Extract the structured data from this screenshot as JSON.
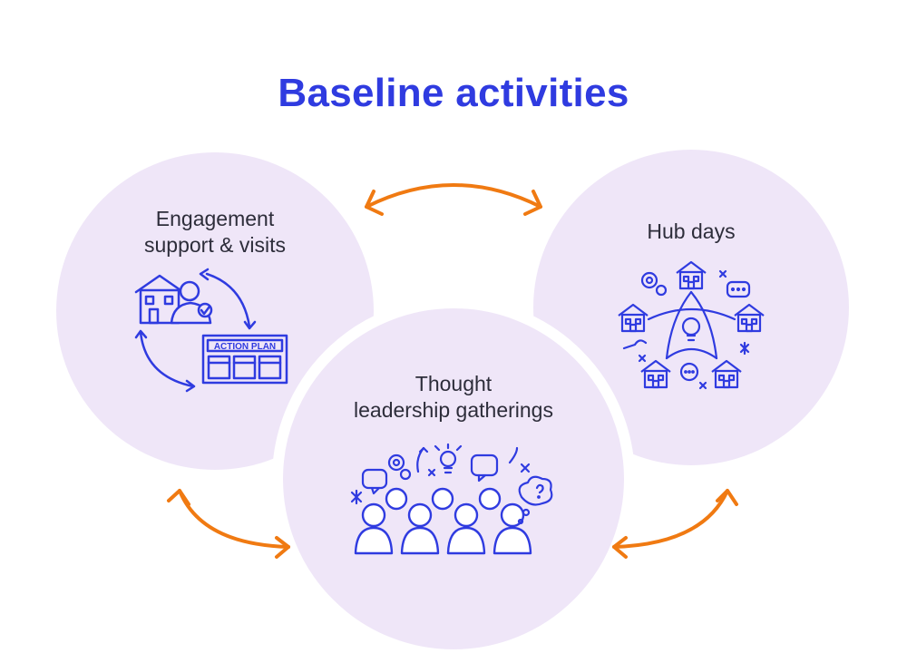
{
  "title": "Baseline activities",
  "nodes": {
    "left": {
      "line1": "Engagement",
      "line2": "support & visits"
    },
    "right": {
      "line1": "Hub days"
    },
    "mid": {
      "line1": "Thought",
      "line2": "leadership gatherings"
    }
  },
  "action_plan_label": "ACTION PLAN",
  "colors": {
    "title": "#2f3be0",
    "circle": "#efe6f8",
    "icon": "#2f3be0",
    "arrow": "#f07a12",
    "text": "#2d2d3a"
  },
  "icons": [
    "engagement-cycle-icon",
    "hub-network-icon",
    "audience-ideas-icon"
  ]
}
